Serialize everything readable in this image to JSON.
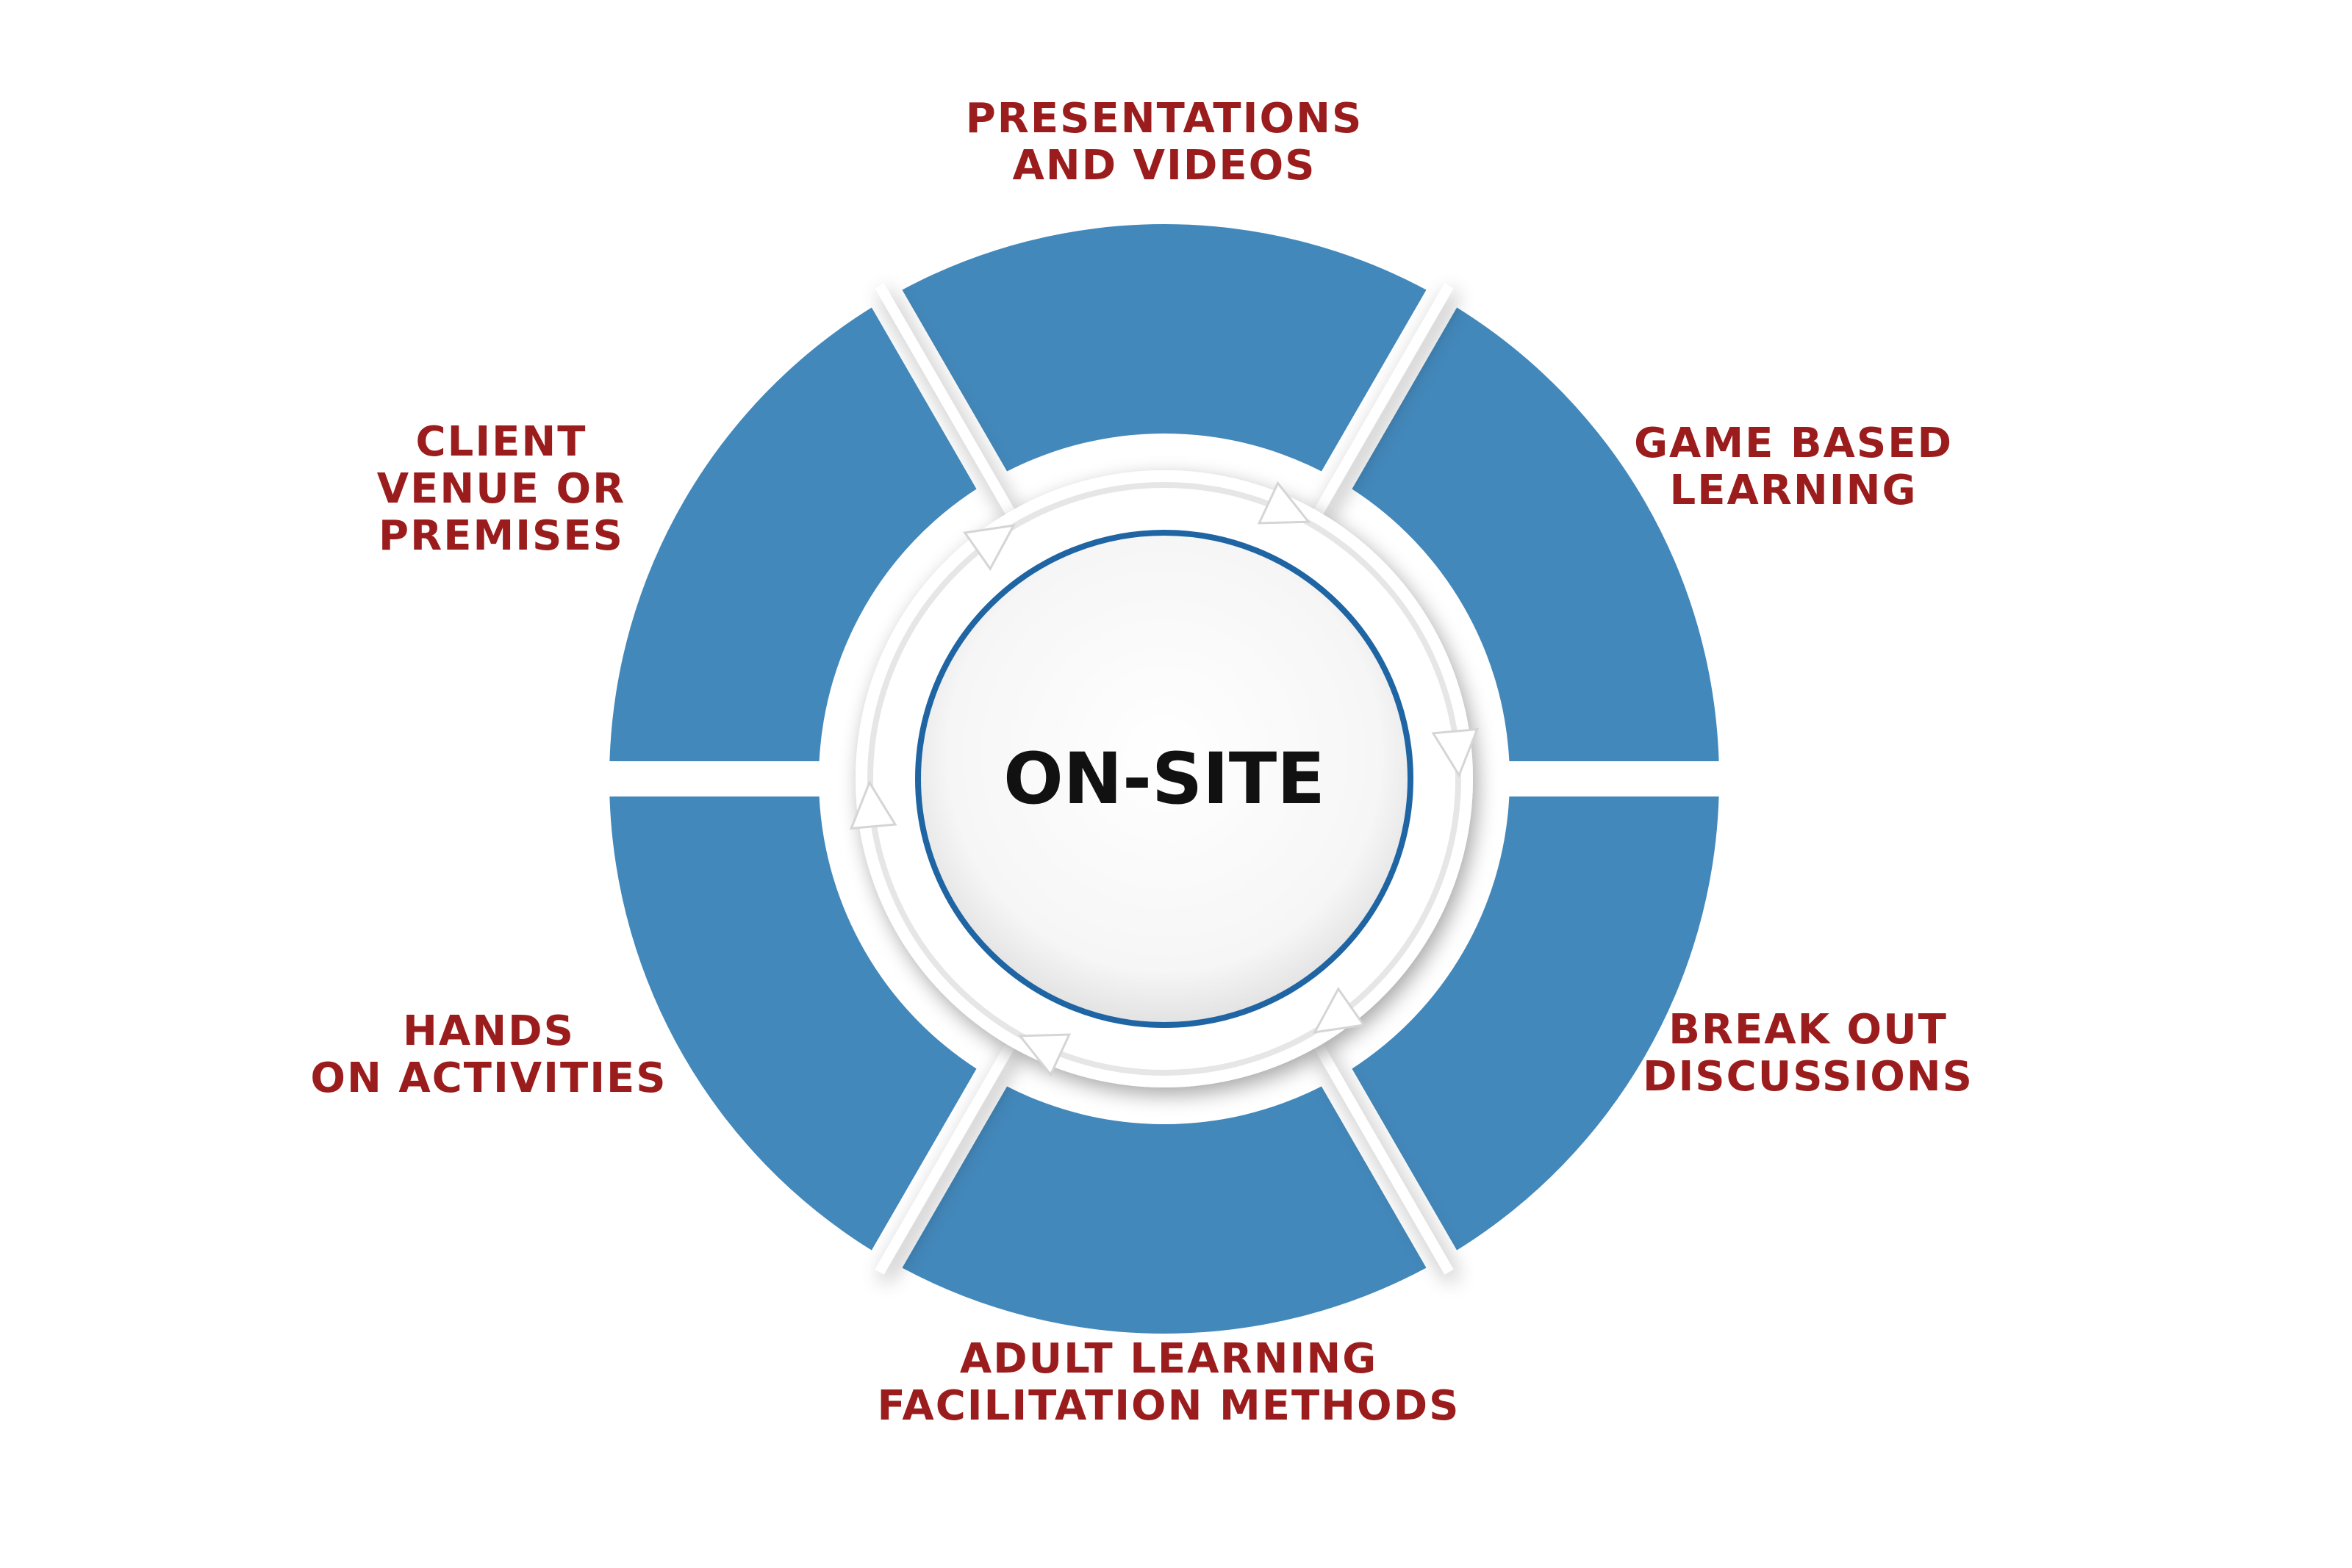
{
  "center": {
    "label": "ON-SITE"
  },
  "segments": [
    {
      "lines": [
        "PRESENTATIONS",
        "AND VIDEOS"
      ]
    },
    {
      "lines": [
        "GAME BASED",
        "LEARNING"
      ]
    },
    {
      "lines": [
        "BREAK OUT",
        "DISCUSSIONS"
      ]
    },
    {
      "lines": [
        "ADULT LEARNING",
        "FACILITATION METHODS"
      ]
    },
    {
      "lines": [
        "HANDS",
        "ON ACTIVITIES"
      ]
    },
    {
      "lines": [
        "CLIENT",
        "VENUE OR",
        "PREMISES"
      ]
    }
  ],
  "colors": {
    "segment": "#4388bb",
    "label": "#9b1c1c",
    "center_ring": "#1f65a4",
    "center_text": "#111111"
  },
  "icons": [
    "cycle-arrow-icon"
  ]
}
